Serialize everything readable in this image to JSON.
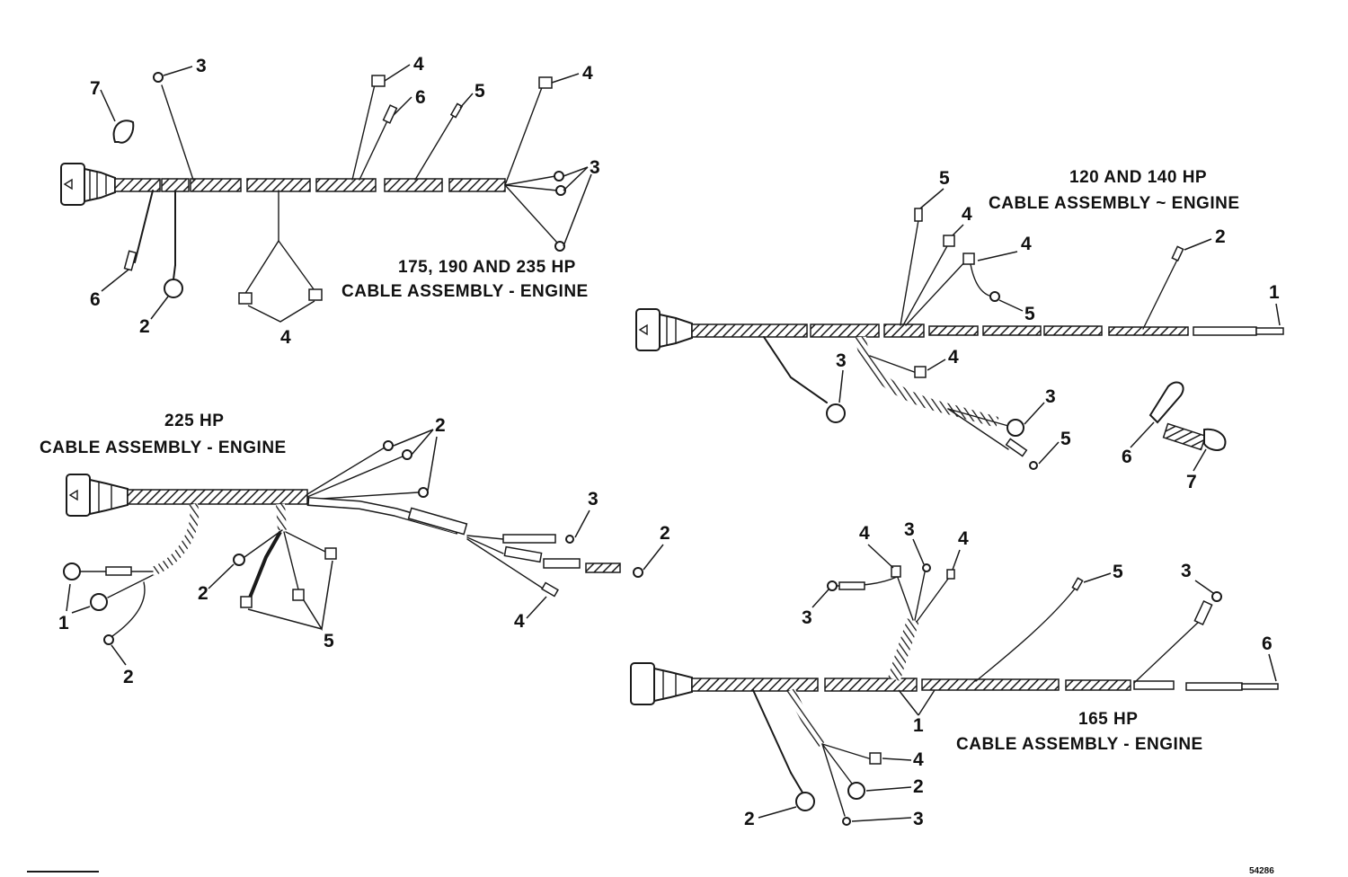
{
  "assemblies": {
    "top_left": {
      "line1": "175, 190 AND 235 HP",
      "line2": "CABLE ASSEMBLY - ENGINE"
    },
    "top_right": {
      "line1": "120 AND 140 HP",
      "line2": "CABLE ASSEMBLY ~ ENGINE"
    },
    "bottom_left": {
      "line1": "225 HP",
      "line2": "CABLE ASSEMBLY - ENGINE"
    },
    "bottom_right": {
      "line1": "165 HP",
      "line2": "CABLE ASSEMBLY - ENGINE"
    }
  },
  "part_number": "54286",
  "colors": {
    "ink": "#1a1a1a",
    "hatch": "#1a1a1a",
    "paper": "#ffffff"
  }
}
